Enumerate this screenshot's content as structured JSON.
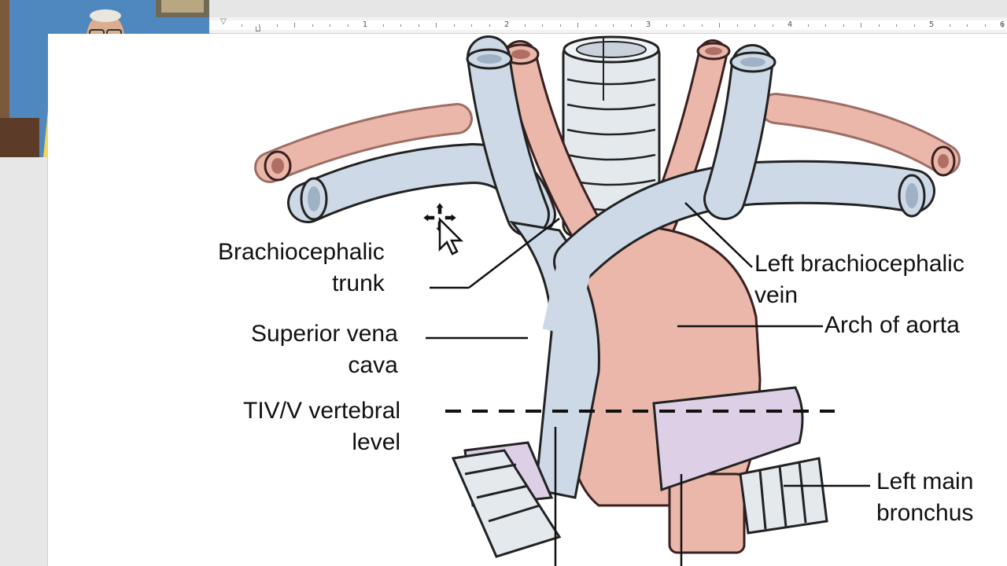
{
  "ruler": {
    "numbers": [
      "1",
      "2",
      "3",
      "4",
      "5",
      "6"
    ]
  },
  "labels": {
    "brachiocephalic_trunk": [
      "Brachiocephalic",
      "trunk"
    ],
    "superior_vena_cava": [
      "Superior vena",
      "cava"
    ],
    "tiv_level": [
      "TIV/V vertebral",
      "level"
    ],
    "left_brachiocephalic_vein": [
      "Left brachiocephalic",
      "vein"
    ],
    "arch_of_aorta": [
      "Arch of aorta"
    ],
    "left_main_bronchus": [
      "Left main",
      "bronchus"
    ]
  },
  "colors": {
    "vein": "#cdd9e6",
    "artery": "#eab7aa",
    "trachea": "#e4e9ee",
    "pulmonary": "#ddd0e6",
    "ink": "#1a1a1a"
  },
  "icons": {
    "cursor": "move-cursor-icon"
  }
}
